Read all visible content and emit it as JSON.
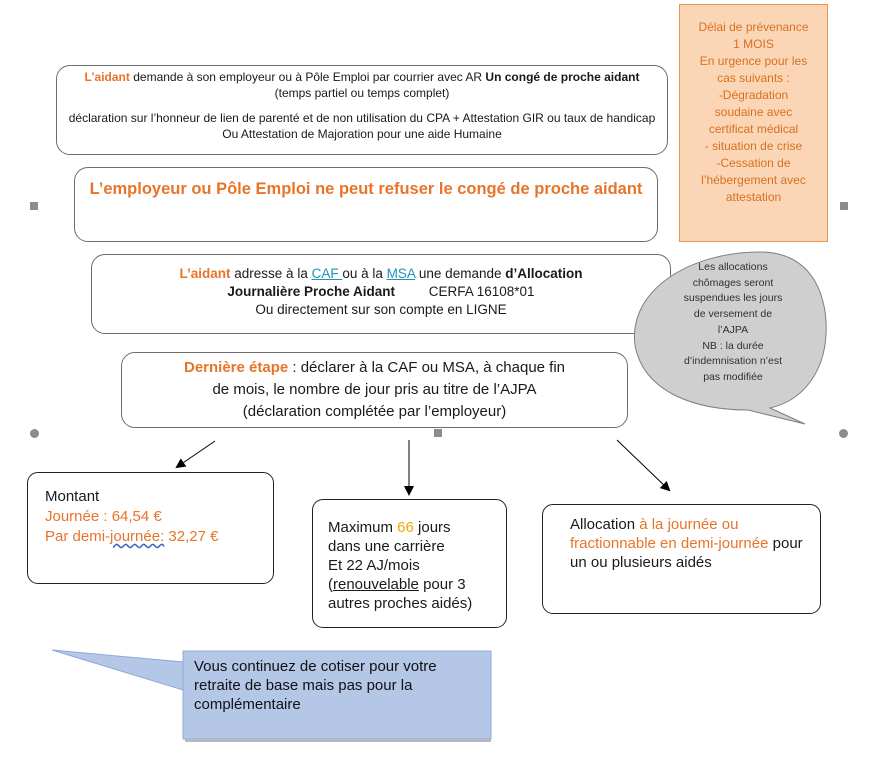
{
  "step1": {
    "line1_actor": "L’aidant",
    "line1_text": " demande à son employeur ou à Pôle Emploi   par courrier avec AR ",
    "line1_bold": "Un congé de proche aidant",
    "line1_tail": " (temps partiel ou temps complet)",
    "line2": "déclaration sur l’honneur de lien de parenté et de non utilisation du CPA + Attestation GIR ou taux de handicap Ou Attestation de Majoration pour une aide Humaine"
  },
  "notice_callout": {
    "lines": [
      "Délai de prévenance",
      "1 MOIS",
      "En urgence pour les",
      "cas suivants :",
      "-Dégradation",
      "soudaine avec",
      "certificat médical",
      "- situation de crise",
      "-Cessation de",
      "l’hébergement avec",
      "attestation"
    ]
  },
  "step2": {
    "text": "L’employeur ou Pôle Emploi ne peut refuser le congé de proche aidant"
  },
  "step3": {
    "actor": "L’aidant",
    "t1": " adresse à la ",
    "caf": "CAF ",
    "t2": "ou à la ",
    "msa": "MSA",
    "t3": " une demande ",
    "bold1": "d’Allocation",
    "bold2": "Journalière Proche Aidant",
    "cerfa": "CERFA  16108*01",
    "line3": "Ou directement sur son compte en LIGNE"
  },
  "chomage_callout": {
    "lines": [
      "Les allocations",
      "chômages seront",
      "suspendues les jours",
      "de versement de",
      "l’AJPA",
      "NB : la durée",
      "d’indemnisation n’est",
      "pas modifiée"
    ]
  },
  "step4": {
    "actor": "Dernière étape",
    "text1": " : déclarer à la CAF ou MSA, à chaque fin",
    "text2": "de mois, le nombre de jour pris au titre de l’AJPA",
    "text3": "(déclaration complétée par l’employeur)"
  },
  "amount": {
    "title": "Montant",
    "day_label": "Journée : 64,54 €",
    "half_prefix": "Par demi-",
    "half_word": "journée:",
    "half_value": " 32,27 €"
  },
  "maximum": {
    "l1a": "Maximum ",
    "l1num": "66",
    "l1b": " jours",
    "l2": "dans une carrière",
    "l3": "Et 22 AJ/mois",
    "l4a": "(",
    "l4u": "renouvelable",
    "l4b": " pour 3",
    "l5": "autres proches aidés)"
  },
  "allocation": {
    "a": "Allocation ",
    "b": "à la journée ou fractionnable en demi-journée",
    "c": " pour un ou plusieurs aidés"
  },
  "retraite": {
    "text": "Vous continuez de cotiser pour votre retraite de base mais pas pour la complémentaire"
  }
}
